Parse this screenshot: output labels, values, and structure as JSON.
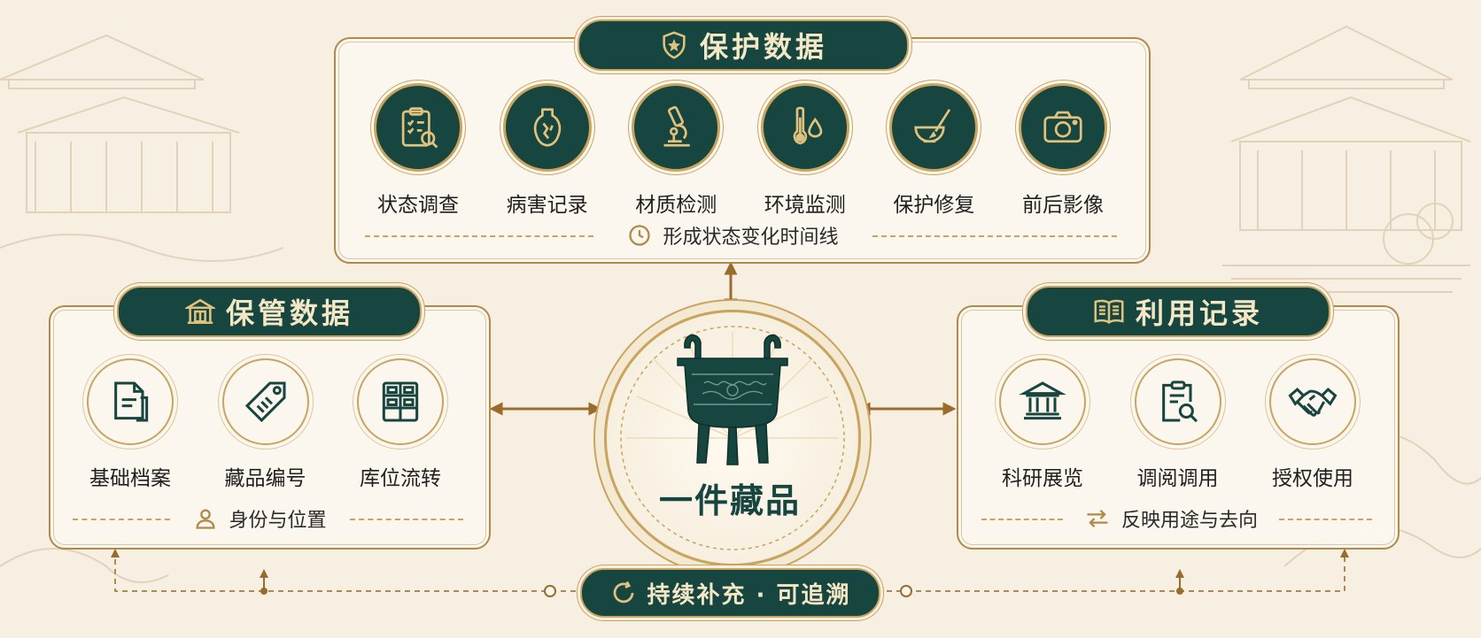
{
  "center": {
    "title": "一件藏品",
    "icon": "bronze-ding-icon"
  },
  "protection": {
    "title": "保护数据",
    "icon": "shield-icon",
    "items": [
      {
        "label": "状态调查",
        "icon": "clipboard-search-icon"
      },
      {
        "label": "病害记录",
        "icon": "cracked-vase-icon"
      },
      {
        "label": "材质检测",
        "icon": "microscope-icon"
      },
      {
        "label": "环境监测",
        "icon": "thermometer-drop-icon"
      },
      {
        "label": "保护修复",
        "icon": "bowl-brush-icon"
      },
      {
        "label": "前后影像",
        "icon": "camera-icon"
      }
    ],
    "footer": "形成状态变化时间线",
    "footer_icon": "clock-icon"
  },
  "custody": {
    "title": "保管数据",
    "icon": "museum-building-icon",
    "items": [
      {
        "label": "基础档案",
        "icon": "document-folder-icon"
      },
      {
        "label": "藏品编号",
        "icon": "tag-icon"
      },
      {
        "label": "库位流转",
        "icon": "storage-cabinet-icon"
      }
    ],
    "footer": "身份与位置",
    "footer_icon": "person-icon"
  },
  "usage": {
    "title": "利用记录",
    "icon": "open-book-icon",
    "items": [
      {
        "label": "科研展览",
        "icon": "museum-columns-icon"
      },
      {
        "label": "调阅调用",
        "icon": "document-search-icon"
      },
      {
        "label": "授权使用",
        "icon": "handshake-icon"
      }
    ],
    "footer": "反映用途与去向",
    "footer_icon": "exchange-arrows-icon"
  },
  "bottom": {
    "label": "持续补充 · 可追溯",
    "icon": "refresh-icon"
  },
  "colors": {
    "primary": "#17453f",
    "gold": "#c9a45e",
    "background": "#f6efe2",
    "arrow": "#9a6b2c"
  }
}
